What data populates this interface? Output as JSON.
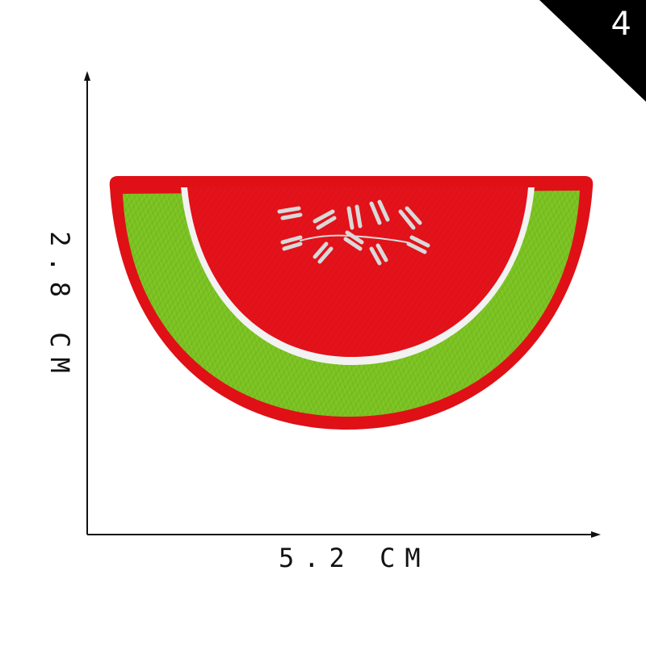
{
  "badge": {
    "number": "4",
    "color": "#000000"
  },
  "dimensions": {
    "width_label": "5.2 CM",
    "height_label": "2.8 CM"
  },
  "product": {
    "subject": "watermelon-slice-embroidered-patch",
    "colors": {
      "flesh": "#e4121a",
      "rind": "#79c21f",
      "border": "#e01017",
      "seeds": "#d9d9d9"
    }
  }
}
